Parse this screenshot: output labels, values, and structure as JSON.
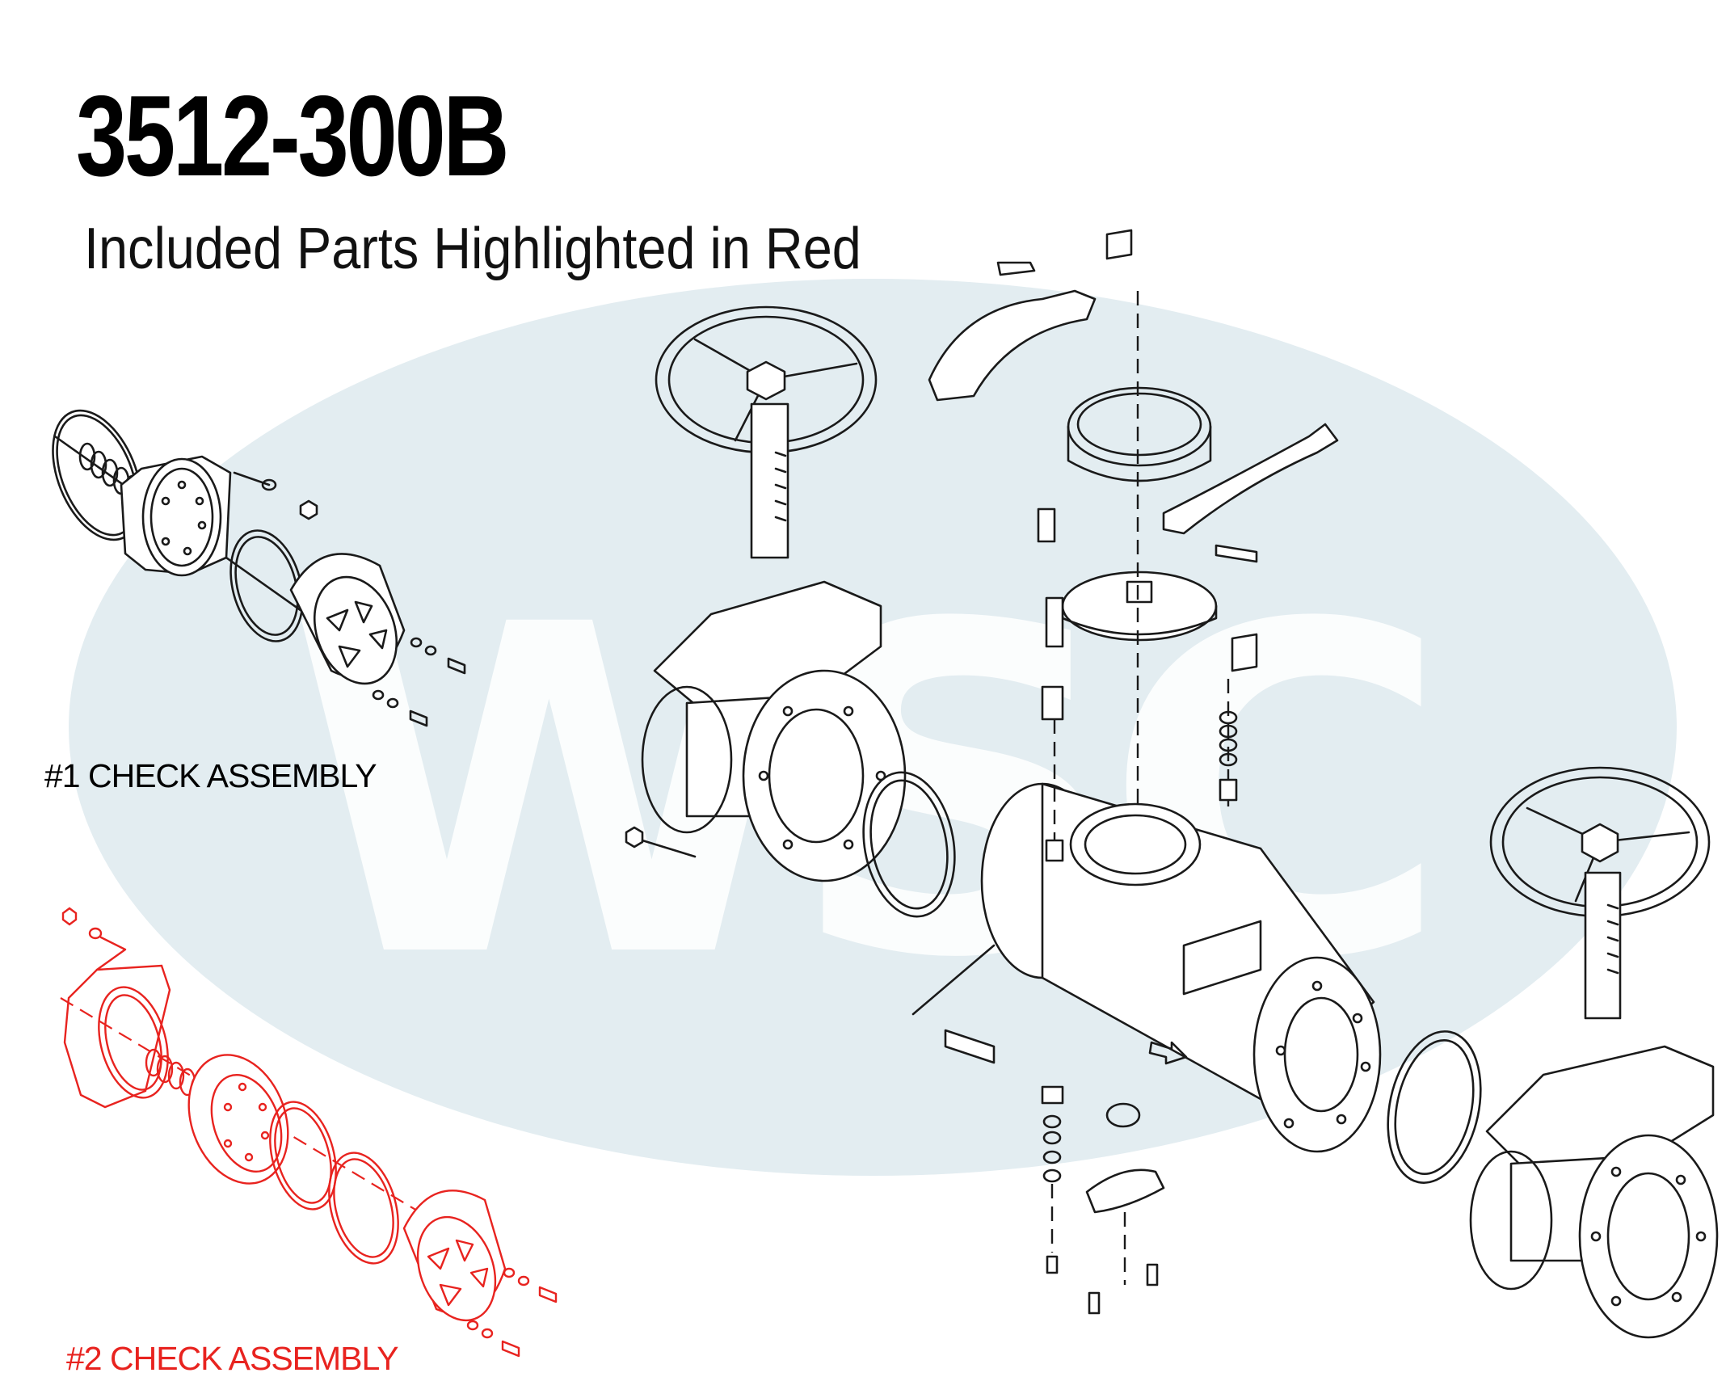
{
  "header": {
    "title": "3512-300B",
    "subtitle": "Included Parts Highlighted in Red"
  },
  "labels": {
    "check_assembly_1": "#1 CHECK ASSEMBLY",
    "check_assembly_2": "#2 CHECK ASSEMBLY"
  },
  "watermark": {
    "logo_text": "WSC"
  },
  "colors": {
    "highlight": "#e8231f",
    "line_art": "#1a1a1a",
    "watermark": "#e3edf1"
  }
}
